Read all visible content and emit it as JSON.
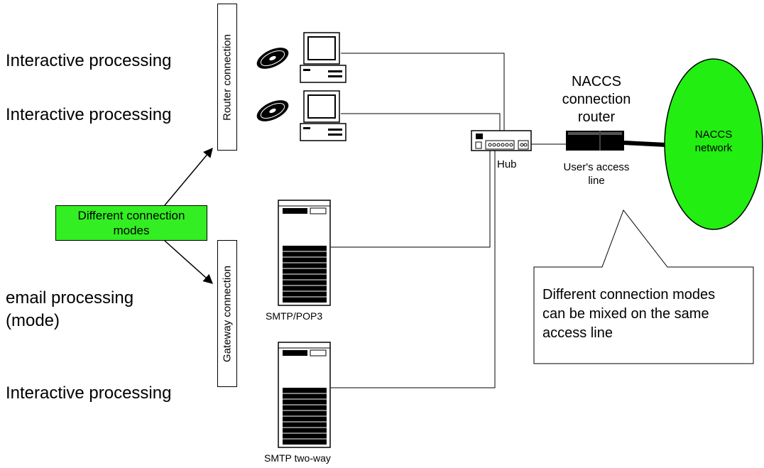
{
  "left_labels": {
    "interactive_1": "Interactive processing",
    "interactive_2": "Interactive processing",
    "email_line1": "email processing",
    "email_line2": "(mode)",
    "interactive_3": "Interactive processing"
  },
  "vertical_boxes": {
    "router": "Router connection",
    "gateway": "Gateway connection"
  },
  "modes_box": {
    "line1": "Different connection",
    "line2": "modes",
    "color": "#33ee22"
  },
  "servers": {
    "smtp_pop3": "SMTP/POP3",
    "smtp_two_way": "SMTP two-way"
  },
  "hub": {
    "label": "Hub"
  },
  "router": {
    "title_line1": "NACCS",
    "title_line2": "connection",
    "title_line3": "router",
    "access_line1": "User's access",
    "access_line2": "line"
  },
  "network": {
    "line1": "NACCS",
    "line2": "network",
    "color": "#22ee11"
  },
  "callout": {
    "line1": "Different connection modes",
    "line2": "can be mixed on the same",
    "line3": "access line"
  }
}
